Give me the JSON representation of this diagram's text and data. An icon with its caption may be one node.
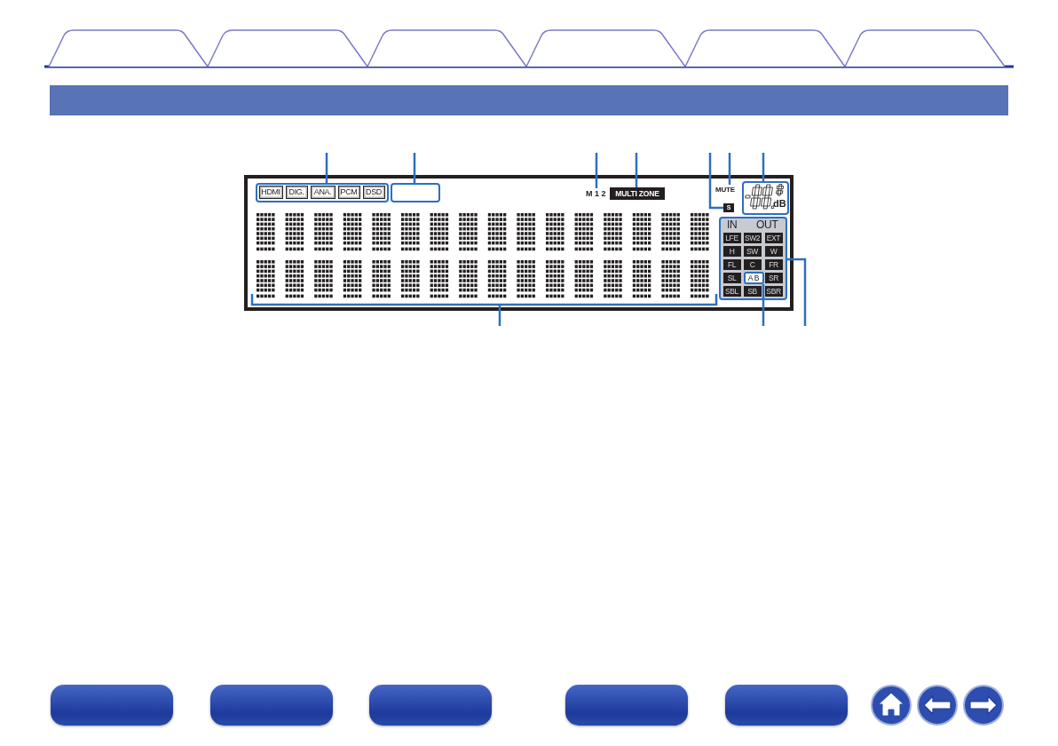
{
  "diagram": {
    "nodes": [
      {
        "text": [],
        "shape": "tab"
      },
      {
        "text": [],
        "shape": "tab"
      },
      {
        "text": [],
        "shape": "tab"
      },
      {
        "text": [],
        "shape": "tab"
      },
      {
        "text": [],
        "shape": "tab"
      },
      {
        "text": [],
        "shape": "tab"
      },
      {
        "text": [],
        "shape": "bar"
      },
      {
        "text": [],
        "shape": "box"
      },
      {
        "text": [],
        "shape": "box",
        "in": 7
      },
      {
        "text": [
          "HDMI"
        ],
        "in": 8
      },
      {
        "text": [
          "DIG."
        ],
        "in": 8
      },
      {
        "text": [
          "ANA."
        ],
        "in": 8
      },
      {
        "text": [
          "PCM"
        ],
        "in": 8
      },
      {
        "text": [
          "DSD"
        ],
        "in": 8
      },
      {
        "text": [],
        "shape": "box",
        "in": 7
      },
      {
        "text": [
          "M 1 2"
        ],
        "in": 7
      },
      {
        "text": [
          "MULTI ZONE"
        ],
        "in": 7
      },
      {
        "text": [
          "MUTE"
        ],
        "in": 7
      },
      {
        "text": [
          "S"
        ],
        "in": 7
      },
      {
        "text": [
          "dB"
        ],
        "in": 7
      },
      {
        "text": [],
        "shape": "picture",
        "in": 7
      },
      {
        "text": [
          "IN",
          "OUT"
        ],
        "in": 7
      },
      {
        "text": [
          "LFE"
        ],
        "in": 21
      },
      {
        "text": [
          "SW2"
        ],
        "in": 21
      },
      {
        "text": [
          "EXT"
        ],
        "in": 21
      },
      {
        "text": [
          "H"
        ],
        "in": 21
      },
      {
        "text": [
          "SW"
        ],
        "in": 21
      },
      {
        "text": [
          "W"
        ],
        "in": 21
      },
      {
        "text": [
          "FL"
        ],
        "in": 21
      },
      {
        "text": [
          "C"
        ],
        "in": 21
      },
      {
        "text": [
          "FR"
        ],
        "in": 21
      },
      {
        "text": [
          "SL"
        ],
        "in": 21
      },
      {
        "text": [
          "A B"
        ],
        "in": 21
      },
      {
        "text": [
          "SR"
        ],
        "in": 21
      },
      {
        "text": [
          "SBL"
        ],
        "in": 21
      },
      {
        "text": [
          "SB"
        ],
        "in": 21
      },
      {
        "text": [
          "SBR"
        ],
        "in": 21
      }
    ],
    "edges": [
      {
        "from": null,
        "to": 8,
        "arrow": "none"
      },
      {
        "from": null,
        "to": 14,
        "arrow": "none"
      },
      {
        "from": null,
        "to": 15,
        "arrow": "none"
      },
      {
        "from": null,
        "to": 16,
        "arrow": "none"
      },
      {
        "from": null,
        "to": 18,
        "arrow": "none"
      },
      {
        "from": null,
        "to": 17,
        "arrow": "none"
      },
      {
        "from": null,
        "to": 19,
        "arrow": "none"
      },
      {
        "from": null,
        "to": 20,
        "arrow": "none"
      },
      {
        "from": null,
        "to": 32,
        "arrow": "none"
      },
      {
        "from": null,
        "to": 21,
        "arrow": "none"
      }
    ]
  }
}
